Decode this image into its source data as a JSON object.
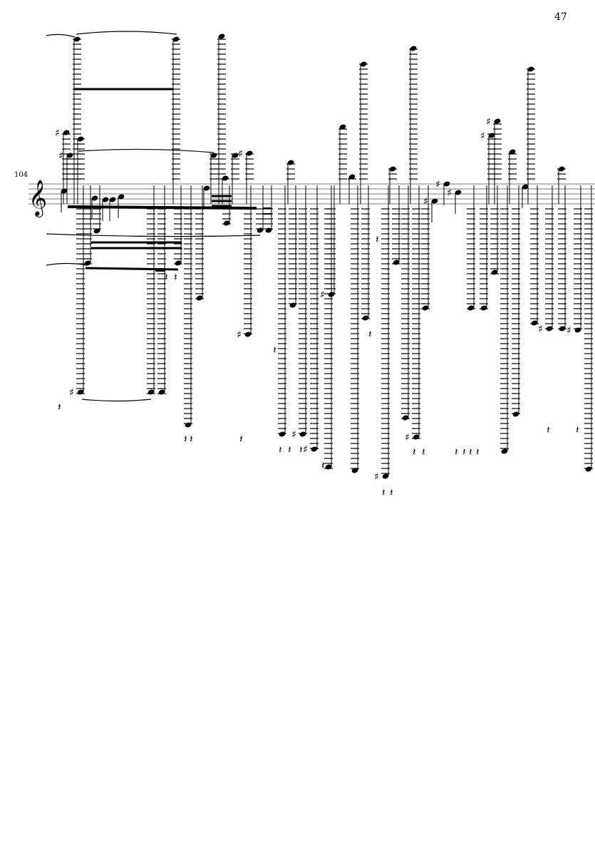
{
  "page": {
    "number": "47"
  },
  "system": {
    "measure_number": "104",
    "clef": "treble-clef"
  }
}
